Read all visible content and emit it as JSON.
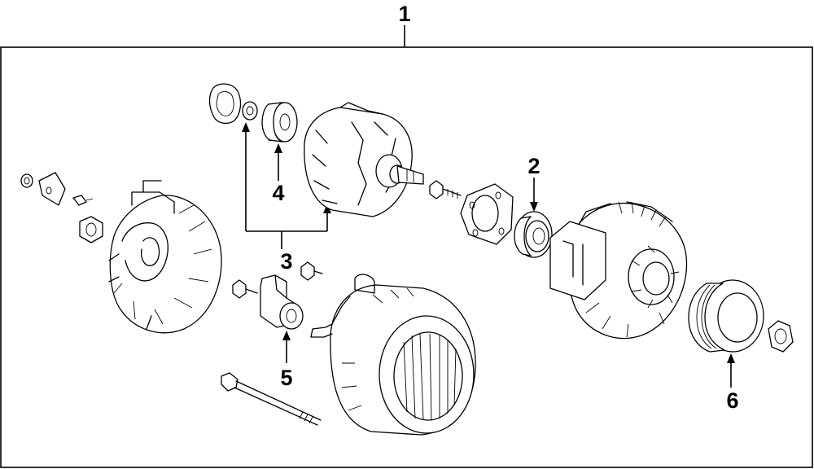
{
  "callouts": [
    {
      "id": "1",
      "label": "1"
    },
    {
      "id": "2",
      "label": "2"
    },
    {
      "id": "3",
      "label": "3"
    },
    {
      "id": "4",
      "label": "4"
    },
    {
      "id": "5",
      "label": "5"
    },
    {
      "id": "6",
      "label": "6"
    }
  ],
  "parts": [
    "alternator-assembly",
    "front-bearing",
    "rotor-assembly",
    "rear-bearing",
    "brush-holder",
    "pulley",
    "rear-cover",
    "stator-housing",
    "front-housing",
    "bearing-retainer",
    "through-bolt",
    "pulley-nut"
  ]
}
